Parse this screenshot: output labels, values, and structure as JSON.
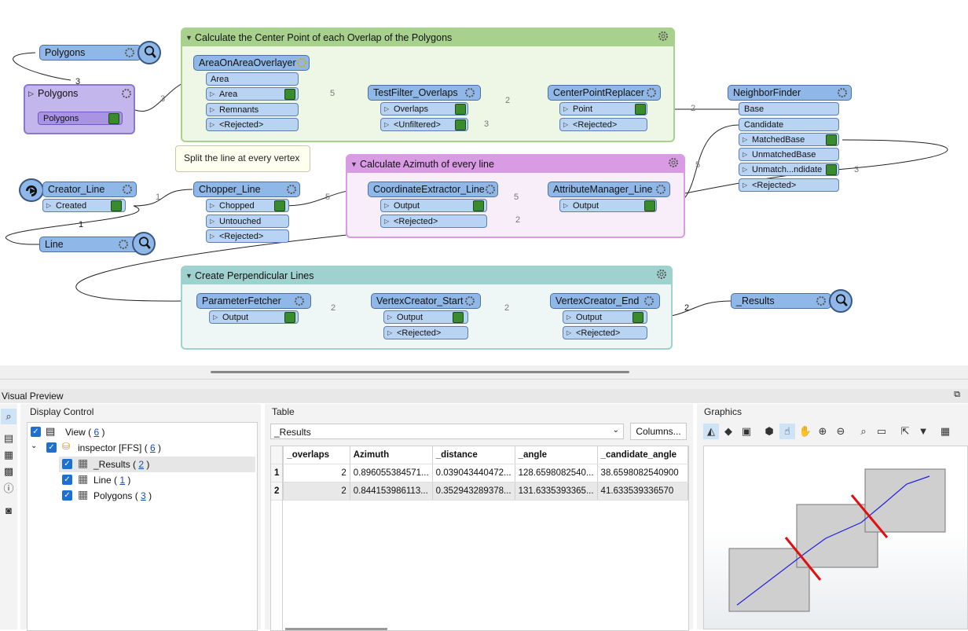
{
  "canvas": {
    "bookmarks": {
      "center_point": {
        "title": "Calculate the Center Point of each Overlap of the Polygons",
        "color": "#a9d18e"
      },
      "azimuth": {
        "title": "Calculate Azimuth of every line",
        "color": "#d99be3"
      },
      "perpendicular": {
        "title": "Create Perpendicular Lines",
        "color": "#9fd1cf"
      }
    },
    "polygons_reader_top": "Polygons",
    "polygons_feature_type": "Polygons",
    "polygons_port": "Polygons",
    "area_on_area": {
      "name": "AreaOnAreaOverlayer",
      "input": "Area",
      "ports": [
        "Area",
        "Remnants",
        "<Rejected>"
      ]
    },
    "test_filter": {
      "name": "TestFilter_Overlaps",
      "ports": [
        "Overlaps",
        "<Unfiltered>"
      ]
    },
    "center_point": {
      "name": "CenterPointReplacer",
      "ports": [
        "Point",
        "<Rejected>"
      ]
    },
    "neighbor": {
      "name": "NeighborFinder",
      "inputs": [
        "Base",
        "Candidate"
      ],
      "ports": [
        "MatchedBase",
        "UnmatchedBase",
        "Unmatch...ndidate",
        "<Rejected>"
      ]
    },
    "creator": {
      "name": "Creator_Line",
      "port": "Created"
    },
    "line_inspector": "Line",
    "tooltip": "Split the line at every vertex",
    "chopper": {
      "name": "Chopper_Line",
      "ports": [
        "Chopped",
        "Untouched",
        "<Rejected>"
      ]
    },
    "coord": {
      "name": "CoordinateExtractor_Line",
      "ports": [
        "Output",
        "<Rejected>"
      ]
    },
    "attr": {
      "name": "AttributeManager_Line",
      "ports": [
        "Output"
      ]
    },
    "param": {
      "name": "ParameterFetcher",
      "ports": [
        "Output"
      ]
    },
    "vstart": {
      "name": "VertexCreator_Start",
      "ports": [
        "Output",
        "<Rejected>"
      ]
    },
    "vend": {
      "name": "VertexCreator_End",
      "ports": [
        "Output",
        "<Rejected>"
      ]
    },
    "results": "_Results",
    "counts": {
      "poly_top": "3",
      "poly_feat": "3",
      "aoa_area": "5",
      "tf_overlaps": "2",
      "tf_unfiltered": "3",
      "cp_point": "2",
      "creator_out": "1",
      "creator_line": "1",
      "chop_out": "5",
      "coord_out": "5",
      "coord_rej": "2",
      "attr_out": "5",
      "unmatched_cand": "3",
      "param_out": "2",
      "vstart_out": "2",
      "vend_out": "2"
    }
  },
  "visual_preview": {
    "title": "Visual Preview",
    "display_control": {
      "title": "Display Control",
      "items": [
        {
          "label": "View",
          "count": "6"
        },
        {
          "label": "inspector [FFS]",
          "count": "6"
        },
        {
          "label": "_Results",
          "count": "2"
        },
        {
          "label": "Line",
          "count": "1"
        },
        {
          "label": "Polygons",
          "count": "3"
        }
      ]
    },
    "table": {
      "title": "Table",
      "selected": "_Results",
      "columns_button": "Columns...",
      "headers": [
        "_overlaps",
        "Azimuth",
        "_distance",
        "_angle",
        "_candidate_angle"
      ],
      "rows": [
        {
          "num": "1",
          "cells": [
            "2",
            "0.896055384571...",
            "0.039043440472...",
            "128.6598082540...",
            "38.6598082540900"
          ]
        },
        {
          "num": "2",
          "cells": [
            "2",
            "0.844153986113...",
            "0.352943289378...",
            "131.6335393365...",
            "41.633539336570"
          ]
        }
      ]
    },
    "graphics": {
      "title": "Graphics"
    }
  },
  "colors": {
    "accent": "#1f6fd0",
    "node": "#8fb8e8",
    "cut_line": "#e01010",
    "path": "#2020e0"
  }
}
